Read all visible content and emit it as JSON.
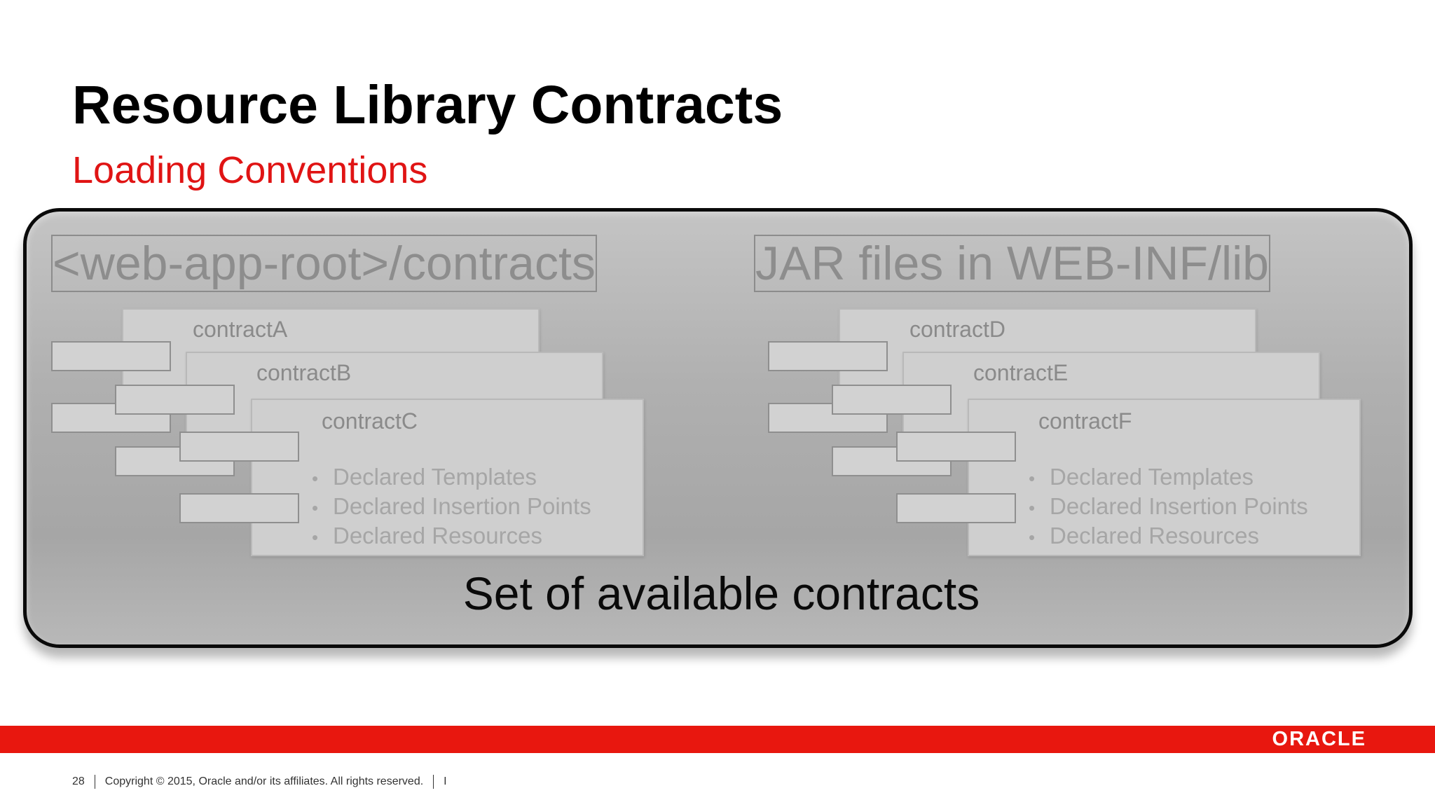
{
  "slide": {
    "title": "Resource Library Contracts",
    "subtitle": "Loading Conventions",
    "caption": "Set of available contracts"
  },
  "sources": [
    {
      "label": "<web-app-root>/contracts",
      "contracts": [
        "contractA",
        "contractB",
        "contractC"
      ],
      "bullets": [
        "Declared Templates",
        "Declared Insertion Points",
        "Declared Resources"
      ]
    },
    {
      "label": "JAR files in WEB-INF/lib",
      "contracts": [
        "contractD",
        "contractE",
        "contractF"
      ],
      "bullets": [
        "Declared Templates",
        "Declared Insertion Points",
        "Declared Resources"
      ]
    }
  ],
  "footer": {
    "page_number": "28",
    "copyright": "Copyright © 2015, Oracle and/or its affiliates. All rights reserved.",
    "trailing_mark": "I"
  },
  "brand": {
    "logo_text": "ORACLE",
    "accent": "#e8170f",
    "subtitle_color": "#e01414"
  }
}
